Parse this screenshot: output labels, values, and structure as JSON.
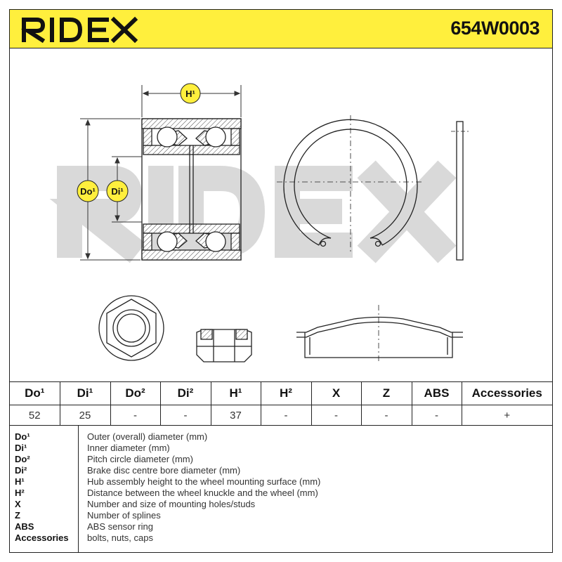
{
  "brand": {
    "name": "RIDEX",
    "accent_color": "#ffef3d"
  },
  "header": {
    "part_number": "654W0003"
  },
  "drawing": {
    "labels": {
      "h1": "H¹",
      "do1": "Do¹",
      "di1": "Di¹"
    },
    "watermark": "RIDEX"
  },
  "spec_table": {
    "headers": [
      "Do¹",
      "Di¹",
      "Do²",
      "Di²",
      "H¹",
      "H²",
      "X",
      "Z",
      "ABS",
      "Accessories"
    ],
    "values": [
      "52",
      "25",
      "-",
      "-",
      "37",
      "-",
      "-",
      "-",
      "-",
      "+"
    ]
  },
  "legend": [
    {
      "key": "Do¹",
      "desc": "Outer (overall) diameter (mm)"
    },
    {
      "key": "Di¹",
      "desc": "Inner diameter (mm)"
    },
    {
      "key": "Do²",
      "desc": "Pitch circle diameter (mm)"
    },
    {
      "key": "Di²",
      "desc": "Brake disc centre bore diameter (mm)"
    },
    {
      "key": "H¹",
      "desc": "Hub assembly height to the wheel mounting surface (mm)"
    },
    {
      "key": "H²",
      "desc": "Distance between the wheel knuckle and the wheel (mm)"
    },
    {
      "key": "X",
      "desc": "Number and size of mounting holes/studs"
    },
    {
      "key": "Z",
      "desc": "Number of splines"
    },
    {
      "key": "ABS",
      "desc": "ABS sensor ring"
    },
    {
      "key": "Accessories",
      "desc": "bolts, nuts, caps"
    }
  ]
}
